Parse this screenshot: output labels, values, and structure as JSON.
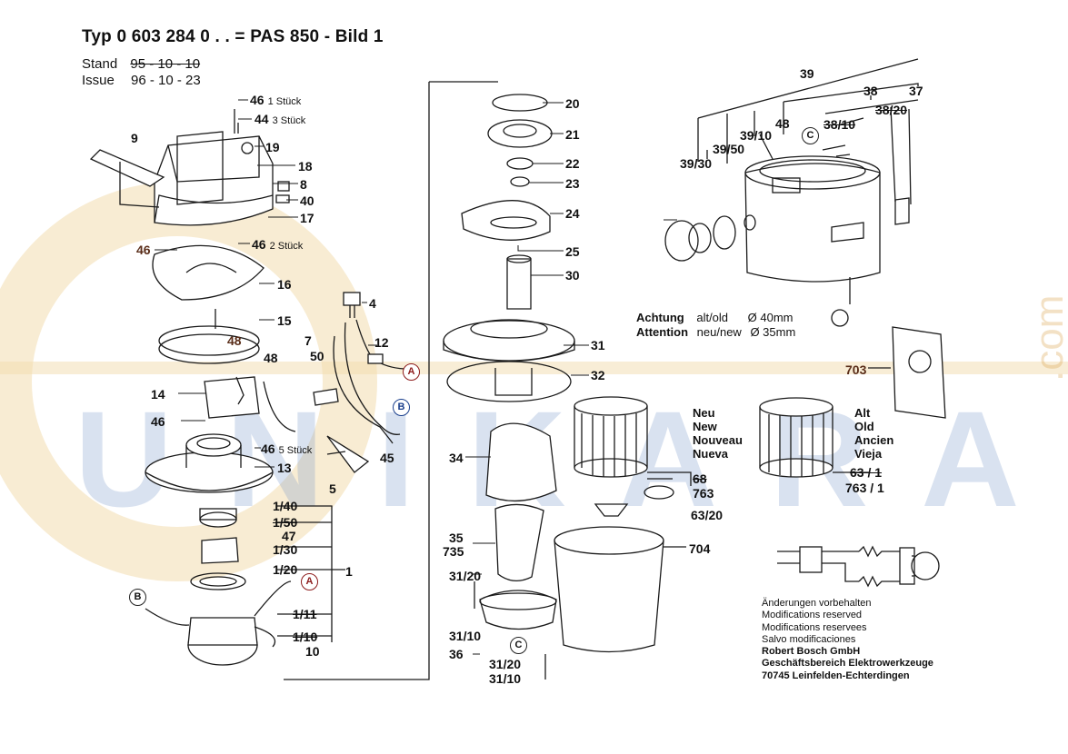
{
  "header": {
    "title": "Typ 0 603 284 0 . . = PAS 850 - Bild 1",
    "stand_label": "Stand",
    "stand_value": "95 - 10 - 10",
    "issue_label": "Issue",
    "issue_value": "96 - 10 - 23"
  },
  "watermark": {
    "text": "UNIKARA",
    "suffix": ".com"
  },
  "parts_left": {
    "p46a": "46",
    "p46a_qty": "1 Stück",
    "p44": "44",
    "p44_qty": "3 Stück",
    "p9": "9",
    "p19": "19",
    "p18": "18",
    "p8": "8",
    "p40": "40",
    "p17": "17",
    "p46b": "46",
    "p46c": "46",
    "p46c_qty": "2 Stück",
    "p16": "16",
    "p15": "15",
    "p48a": "48",
    "p4": "4",
    "p7": "7",
    "p48b": "48",
    "p50": "50",
    "p12": "12",
    "p14": "14",
    "p46d": "46",
    "p46e": "46",
    "p46e_qty": "5 Stück",
    "p45": "45",
    "p13": "13",
    "p5": "5",
    "p1_40": "1/40",
    "p1_50": "1/50",
    "p47": "47",
    "p1_30": "1/30",
    "p1_20": "1/20",
    "p1": "1",
    "p1_11": "1/11",
    "p1_10": "1/10",
    "p10": "10"
  },
  "parts_center": {
    "p20": "20",
    "p21": "21",
    "p22": "22",
    "p23": "23",
    "p24": "24",
    "p25": "25",
    "p30": "30",
    "p31": "31",
    "p32": "32",
    "p34": "34",
    "p35": "35",
    "p735": "735",
    "p31_20a": "31/20",
    "p31_10a": "31/10",
    "p36": "36",
    "p31_20b": "31/20",
    "p31_10b": "31/10",
    "p704": "704",
    "p68": "68",
    "p763": "763",
    "p63_20": "63/20",
    "p63_1": "63 / 1",
    "p763_1": "763 / 1"
  },
  "parts_right": {
    "p39": "39",
    "p38": "38",
    "p37": "37",
    "p48": "48",
    "p38_10": "38/10",
    "p38_20": "38/20",
    "p39_10": "39/10",
    "p39_50": "39/50",
    "p39_30": "39/30",
    "p703": "703"
  },
  "callouts": {
    "a": "A",
    "b": "B",
    "c": "C"
  },
  "achtung": {
    "line1_label": "Achtung",
    "line1_text": "alt/old",
    "line1_dim": "Ø 40mm",
    "line2_label": "Attention",
    "line2_text": "neu/new",
    "line2_dim": "Ø 35mm"
  },
  "filter_new": [
    "Neu",
    "New",
    "Nouveau",
    "Nueva"
  ],
  "filter_old": [
    "Alt",
    "Old",
    "Ancien",
    "Vieja"
  ],
  "credits": [
    "Änderungen vorbehalten",
    "Modifications reserved",
    "Modifications reservees",
    "Salvo modificaciones",
    "Robert Bosch GmbH",
    "Geschäftsbereich Elektrowerkzeuge",
    "70745 Leinfelden-Echterdingen"
  ],
  "colors": {
    "ink": "#1a1a1a",
    "watermark_blue": "#9fb4d8",
    "watermark_orange": "#e8c48a",
    "callout_blue": "#1a3f8c",
    "callout_red": "#8c1a1a"
  }
}
